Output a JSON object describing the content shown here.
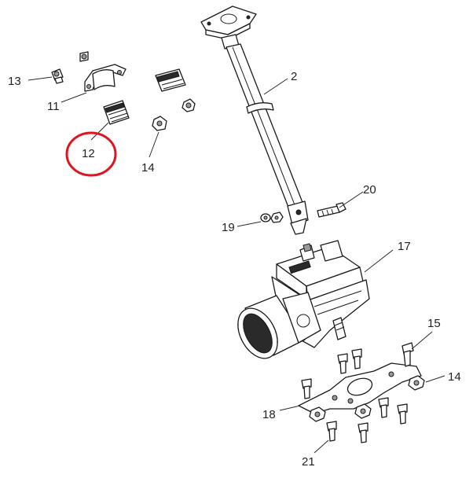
{
  "callouts": {
    "c2": "2",
    "c11": "11",
    "c12": "12",
    "c13": "13",
    "c14a": "14",
    "c14b": "14",
    "c15": "15",
    "c17": "17",
    "c18": "18",
    "c19": "19",
    "c20": "20",
    "c21": "21"
  },
  "highlight": {
    "part": "12",
    "color": "#e0141e"
  },
  "colors": {
    "line": "#1a1a1a",
    "background": "#ffffff"
  }
}
